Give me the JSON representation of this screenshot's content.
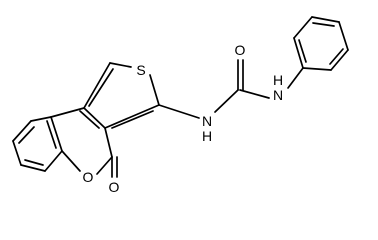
{
  "structure": {
    "atoms": {
      "S": "S",
      "O_carbonyl_urea": "O",
      "NH_left": "N",
      "H_left": "H",
      "NH_right": "N",
      "H_right": "H",
      "O_ring": "O",
      "O_carbonyl_lactone": "O"
    }
  }
}
